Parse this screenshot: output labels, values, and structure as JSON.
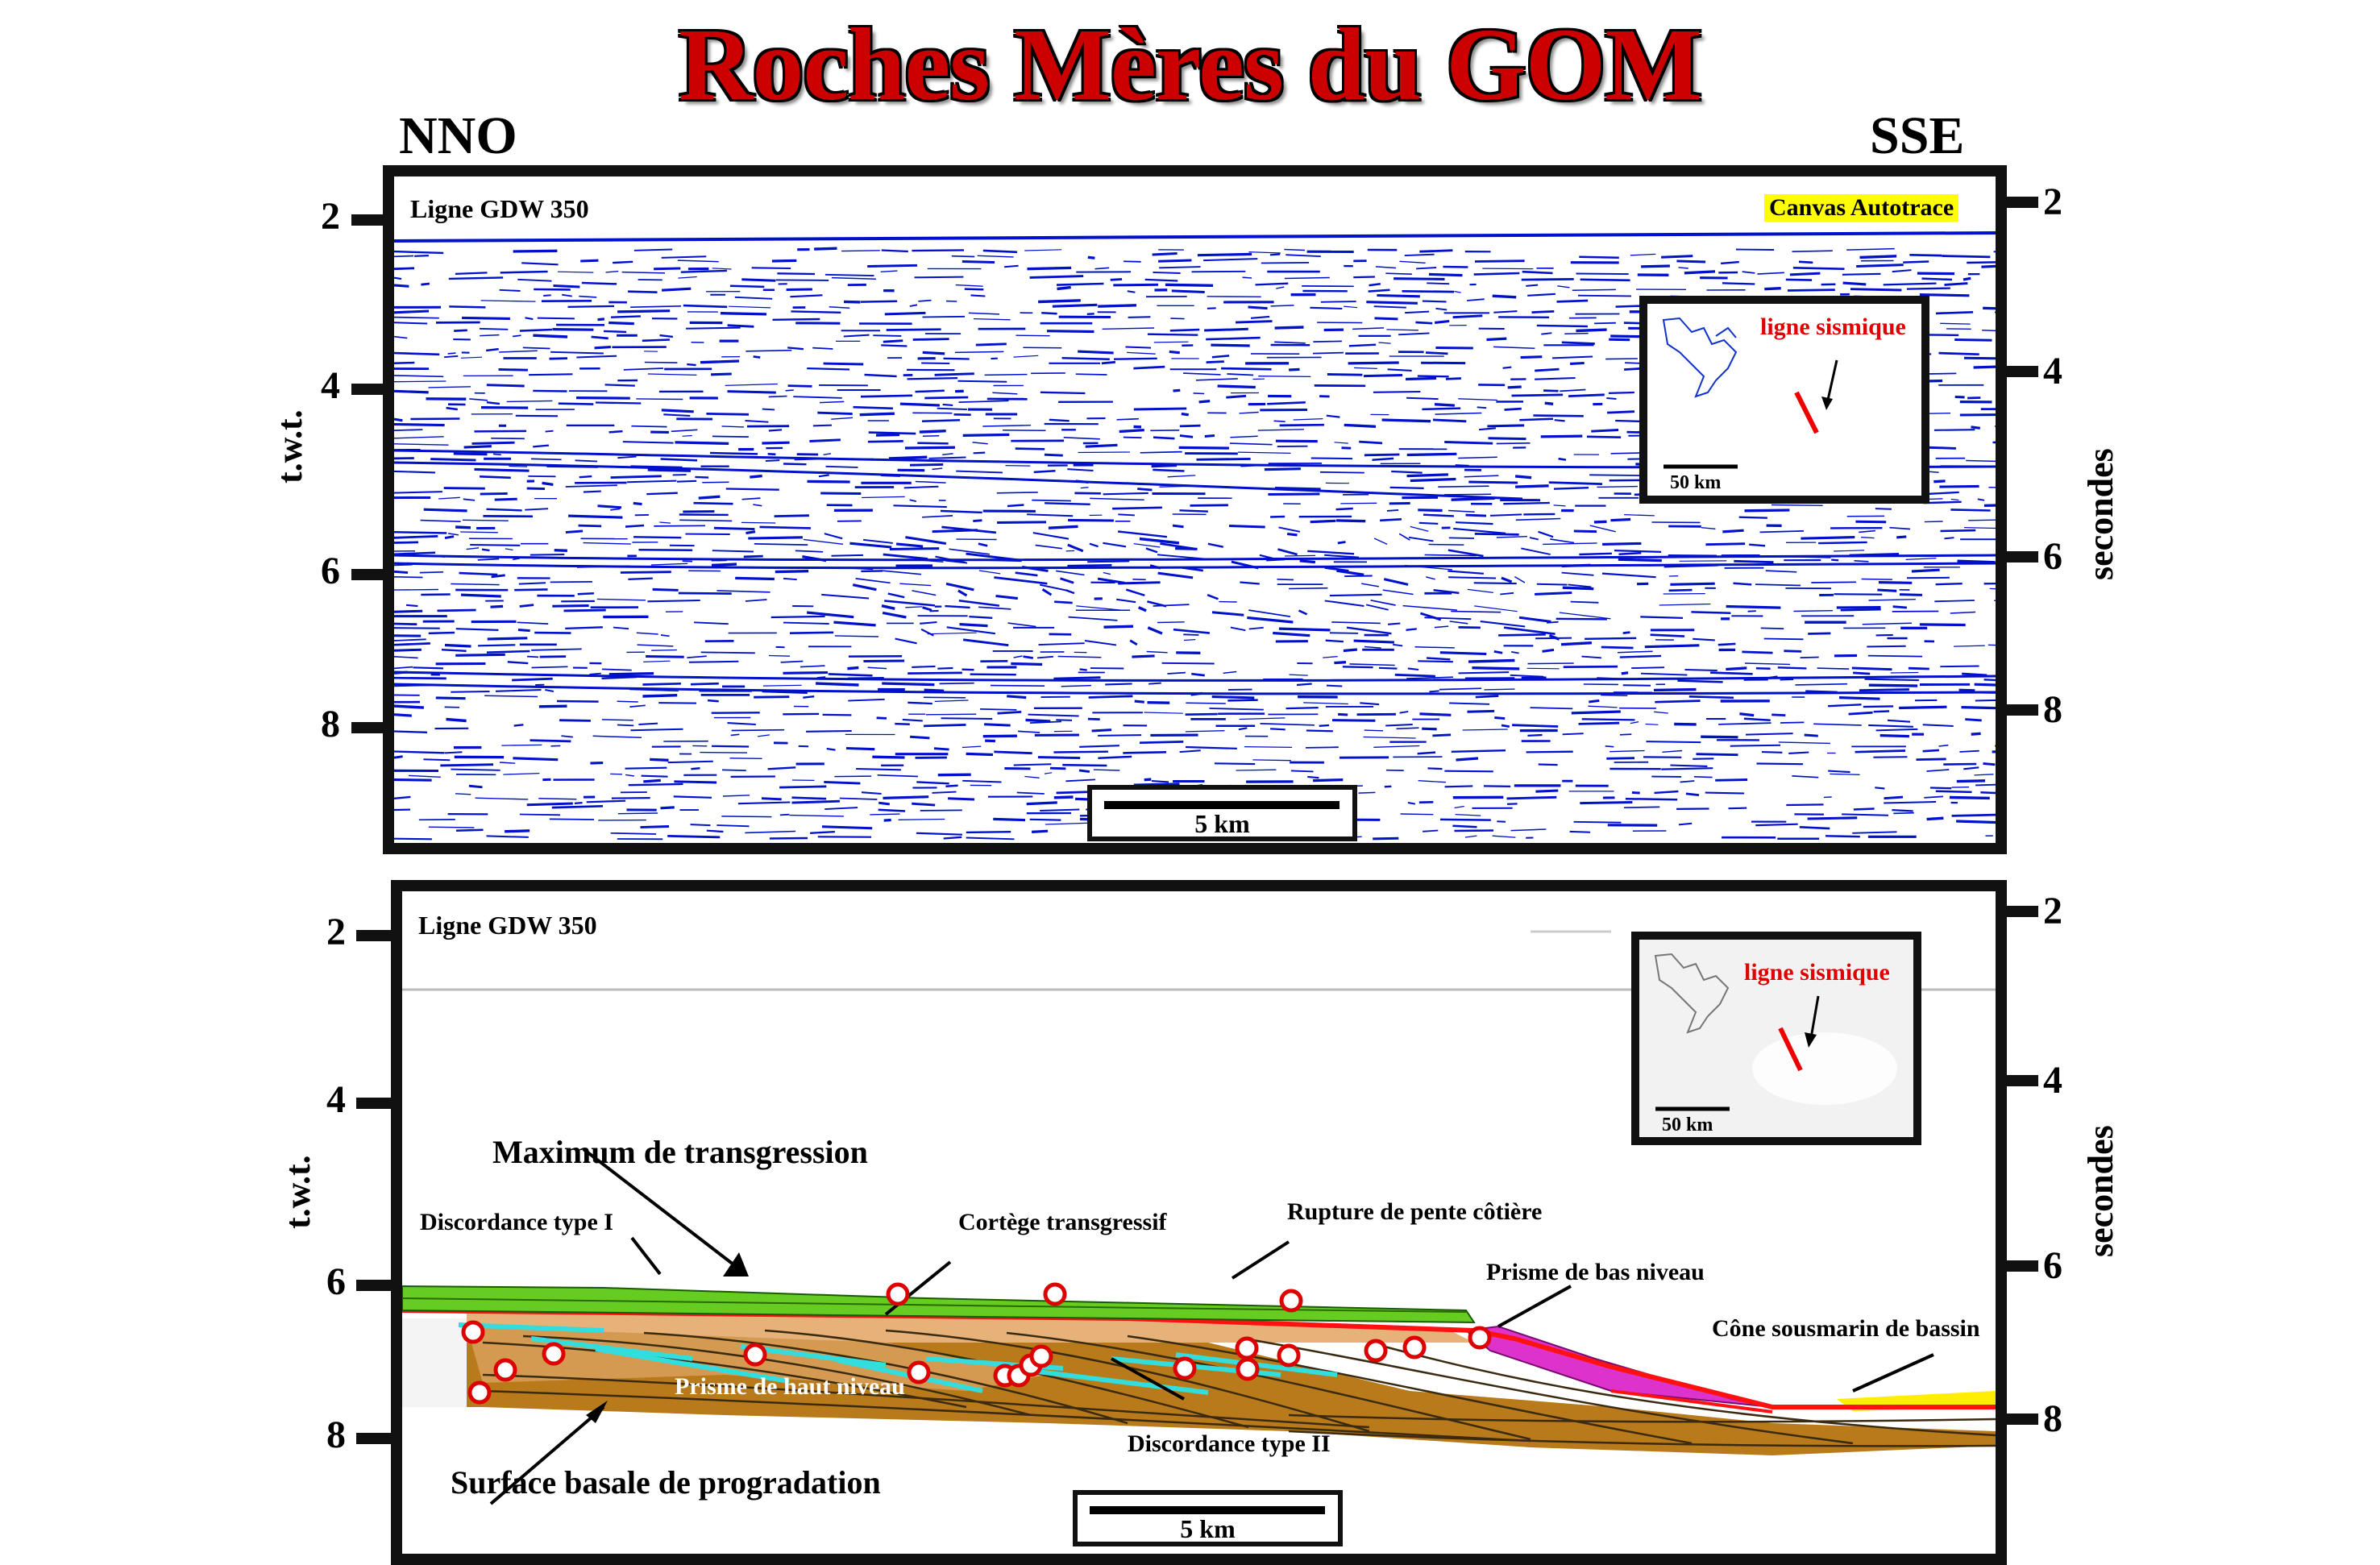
{
  "title": "Roches Mères du GOM",
  "directions": {
    "left": "NNO",
    "right": "SSE"
  },
  "axis": {
    "left_label": "t.w.t.",
    "right_label": "secondes",
    "top_panel_left_ticks": [
      "2",
      "4",
      "6",
      "8"
    ],
    "top_panel_right_ticks": [
      "2",
      "4",
      "6",
      "8"
    ],
    "bottom_panel_left_ticks": [
      "2",
      "4",
      "6",
      "8"
    ],
    "bottom_panel_right_ticks": [
      "2",
      "4",
      "6",
      "8"
    ]
  },
  "top_panel": {
    "line_name": "Ligne GDW 350",
    "badge": "Canvas Autotrace",
    "inset": {
      "label": "ligne sismique",
      "scale": "50 km"
    },
    "scale": "5 km",
    "reflector_color": "#0011cc"
  },
  "bottom_panel": {
    "line_name": "Ligne GDW 350",
    "inset": {
      "label": "ligne sismique",
      "scale": "50 km"
    },
    "scale": "5 km",
    "labels": {
      "max_transgression": "Maximum de transgression",
      "discordance_1": "Discordance type I",
      "cortege": "Cortège transgressif",
      "rupture": "Rupture de pente côtière",
      "prisme_bas": "Prisme de bas niveau",
      "cone": "Cône sousmarin de bassin",
      "prisme_haut": "Prisme de haut niveau",
      "discordance_2": "Discordance type II",
      "surface_basale": "Surface basale de progradation"
    },
    "colors": {
      "transgressive": "#66cc22",
      "highstand": "#b87a1a",
      "highstand_light": "#e6b27a",
      "lowstand": "#dd33cc",
      "fan": "#ffee00",
      "source_rock": "#ff2222",
      "marker": "#dd0000",
      "cyan": "#33dddd"
    }
  }
}
